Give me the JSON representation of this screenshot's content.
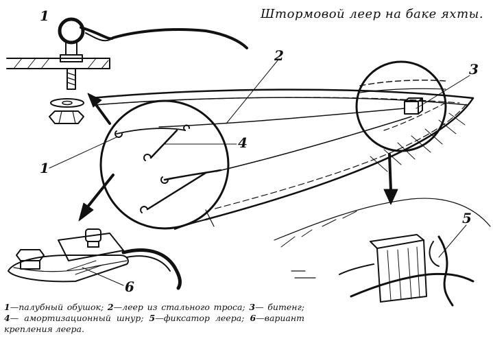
{
  "title": "Штормовой леер на баке яхты.",
  "labels": {
    "n1a": "1",
    "n1b": "1",
    "n2": "2",
    "n3": "3",
    "n4": "4",
    "n5": "5",
    "n6": "6"
  },
  "caption": {
    "i1_num": "1",
    "i1_text": "—палубный обушок;",
    "i2_num": "2",
    "i2_text": "—леер из стального троса;",
    "i3_num": "3",
    "i3_text": "— битенг;",
    "i4_num": "4",
    "i4_text": "— амортизационный шнур;",
    "i5_num": "5",
    "i5_text": "—фиксатор леера;",
    "i6_num": "6",
    "i6_text": "—вариант крепления леера."
  }
}
